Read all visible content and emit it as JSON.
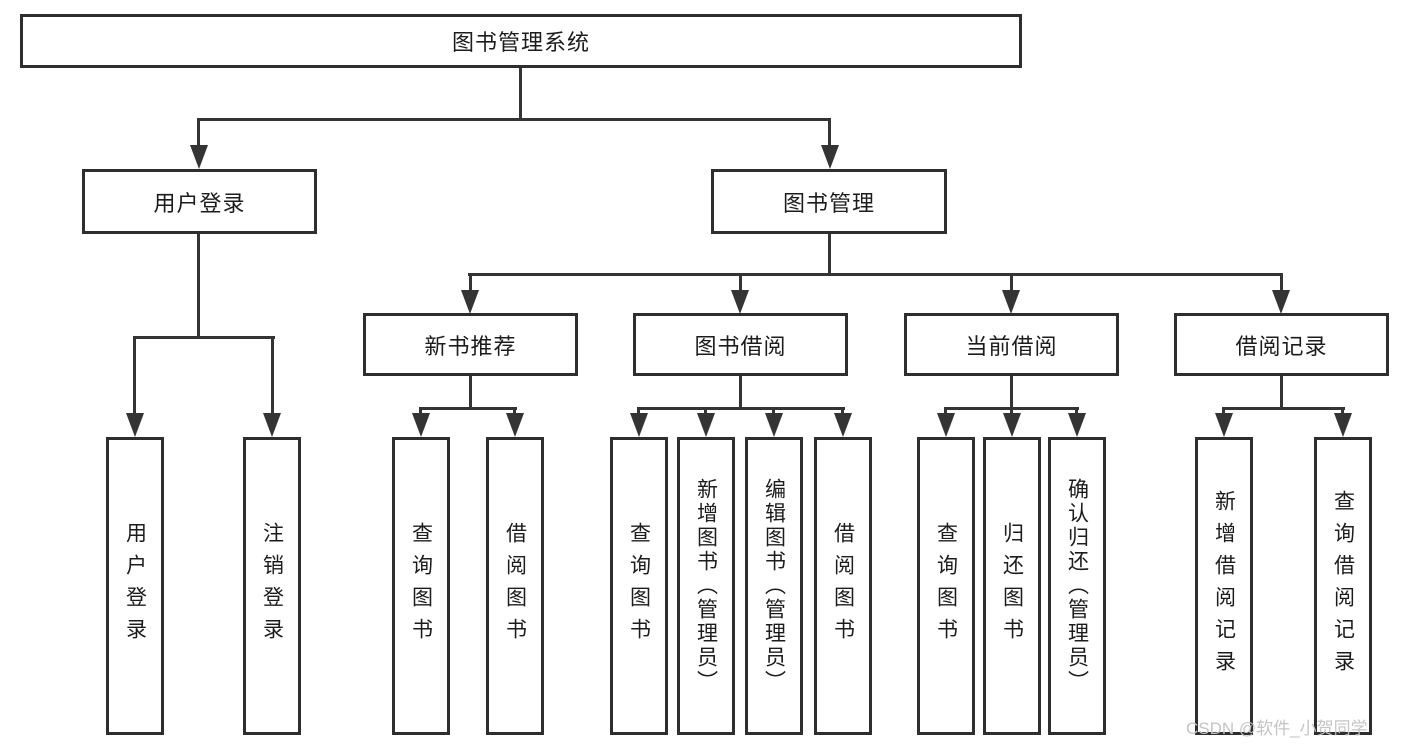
{
  "diagram_title": "图书管理系统",
  "nodes": {
    "root": {
      "label": "图书管理系统"
    },
    "l2": [
      {
        "label": "用户登录",
        "parent": "图书管理系统"
      },
      {
        "label": "图书管理",
        "parent": "图书管理系统"
      }
    ],
    "l3": [
      {
        "label": "新书推荐",
        "parent": "图书管理"
      },
      {
        "label": "图书借阅",
        "parent": "图书管理"
      },
      {
        "label": "当前借阅",
        "parent": "图书管理"
      },
      {
        "label": "借阅记录",
        "parent": "图书管理"
      }
    ],
    "leaves": [
      {
        "label": "用户登录",
        "parent": "用户登录"
      },
      {
        "label": "注销登录",
        "parent": "用户登录"
      },
      {
        "label": "查询图书",
        "parent": "新书推荐"
      },
      {
        "label": "借阅图书",
        "parent": "新书推荐"
      },
      {
        "label": "查询图书",
        "parent": "图书借阅"
      },
      {
        "label": "新增图书（管理员）",
        "parent": "图书借阅"
      },
      {
        "label": "编辑图书（管理员）",
        "parent": "图书借阅"
      },
      {
        "label": "借阅图书",
        "parent": "图书借阅"
      },
      {
        "label": "查询图书",
        "parent": "当前借阅"
      },
      {
        "label": "归还图书",
        "parent": "当前借阅"
      },
      {
        "label": "确认归还（管理员）",
        "parent": "当前借阅"
      },
      {
        "label": "新增借阅记录",
        "parent": "借阅记录"
      },
      {
        "label": "查询借阅记录",
        "parent": "借阅记录"
      }
    ]
  },
  "watermark": {
    "text": "CSDN @软件_小贺同学"
  },
  "colors": {
    "line": "#343434",
    "box_border": "#2e2e2e",
    "text": "#1c1c1c",
    "watermark": "#c4c4c4",
    "background": "#ffffff"
  }
}
